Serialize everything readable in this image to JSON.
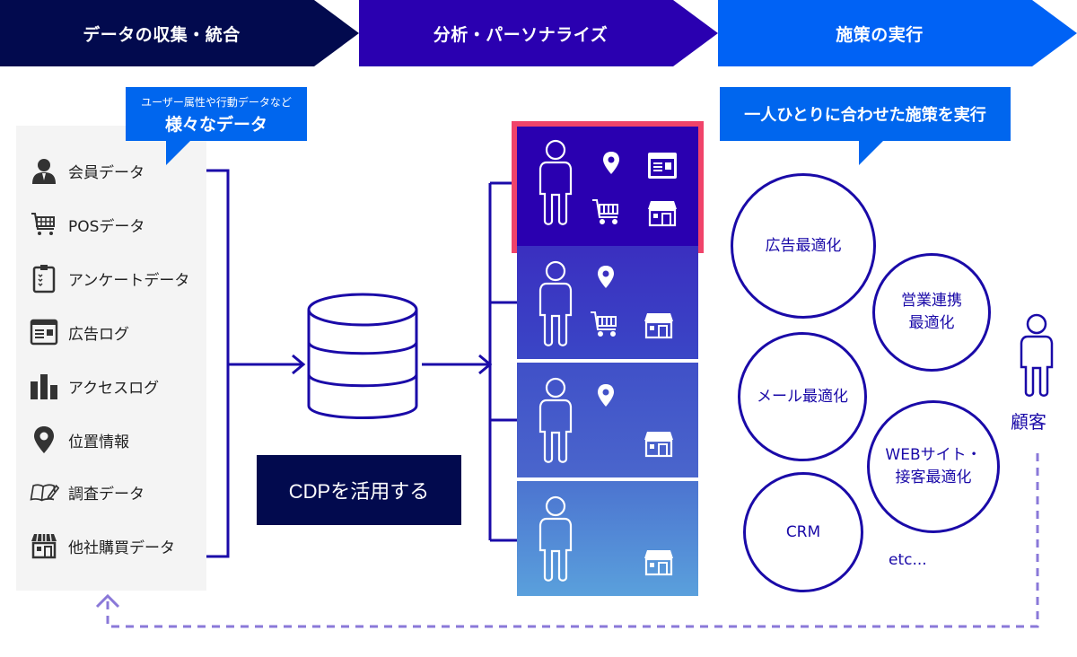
{
  "header": {
    "steps": [
      {
        "label": "データの収集・統合",
        "color": "#020a4e"
      },
      {
        "label": "分析・パーソナライズ",
        "color": "#2a00b0"
      },
      {
        "label": "施策の実行",
        "color": "#0062f5"
      }
    ]
  },
  "collect": {
    "bubble": {
      "line1": "ユーザー属性や行動データなど",
      "line2": "様々なデータ"
    },
    "items": [
      {
        "label": "会員データ",
        "icon": "user-icon"
      },
      {
        "label": "POSデータ",
        "icon": "cart-icon"
      },
      {
        "label": "アンケートデータ",
        "icon": "clipboard-icon"
      },
      {
        "label": "広告ログ",
        "icon": "browser-ad-icon"
      },
      {
        "label": "アクセスログ",
        "icon": "bar-chart-icon"
      },
      {
        "label": "位置情報",
        "icon": "map-pin-icon"
      },
      {
        "label": "調査データ",
        "icon": "book-pen-icon"
      },
      {
        "label": "他社購買データ",
        "icon": "store-icon"
      }
    ]
  },
  "cdp": {
    "button_label": "CDPを活用する",
    "icon": "database-icon"
  },
  "segments": [
    {
      "icons": [
        "person-icon",
        "map-pin-icon",
        "browser-ad-icon",
        "cart-icon",
        "store-icon"
      ],
      "highlighted": true
    },
    {
      "icons": [
        "person-icon",
        "map-pin-icon",
        "cart-icon",
        "store-icon"
      ],
      "highlighted": false
    },
    {
      "icons": [
        "person-icon",
        "map-pin-icon",
        "store-icon"
      ],
      "highlighted": false
    },
    {
      "icons": [
        "person-icon",
        "store-icon"
      ],
      "highlighted": false
    }
  ],
  "execute": {
    "bubble": "一人ひとりに合わせた施策を実行",
    "measures": [
      {
        "label": "広告最適化"
      },
      {
        "label": "営業連携\n最適化"
      },
      {
        "label": "メール最適化"
      },
      {
        "label": "WEBサイト・\n接客最適化"
      },
      {
        "label": "CRM"
      }
    ],
    "etc": "etc..."
  },
  "customer": {
    "label": "顧客"
  },
  "colors": {
    "navy": "#020a4e",
    "indigo": "#2a00b0",
    "blue": "#0062f5",
    "line": "#1a0aa8",
    "highlight": "#f0436a",
    "dashed": "#8a78d8",
    "panel": "#f4f4f4"
  }
}
